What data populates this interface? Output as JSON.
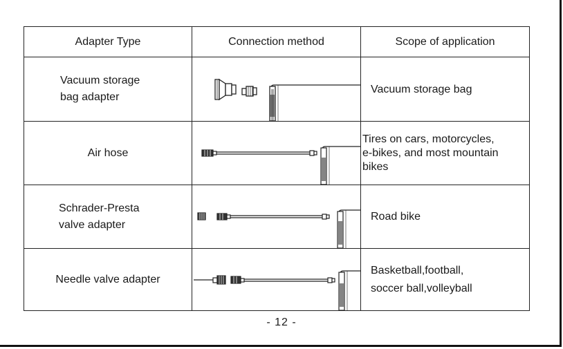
{
  "table": {
    "headers": [
      "Adapter Type",
      "Connection method",
      "Scope of application"
    ],
    "rows": [
      {
        "adapter_type": "Vacuum storage\nbag adapter",
        "connection_icon": "vacuum-nozzle-on-pump-icon",
        "scope": "Vacuum storage bag"
      },
      {
        "adapter_type": "Air hose",
        "connection_icon": "air-hose-to-pump-icon",
        "scope": "Tires on cars, motorcycles,\ne-bikes, and most mountain\nbikes"
      },
      {
        "adapter_type": "Schrader-Presta\nvalve adapter",
        "connection_icon": "presta-adapter-hose-pump-icon",
        "scope": "Road bike"
      },
      {
        "adapter_type": "Needle valve adapter",
        "connection_icon": "needle-hose-pump-icon",
        "scope": "Basketball,football,\nsoccer ball,volleyball"
      }
    ]
  },
  "footer": {
    "page_number": "- 12 -"
  }
}
